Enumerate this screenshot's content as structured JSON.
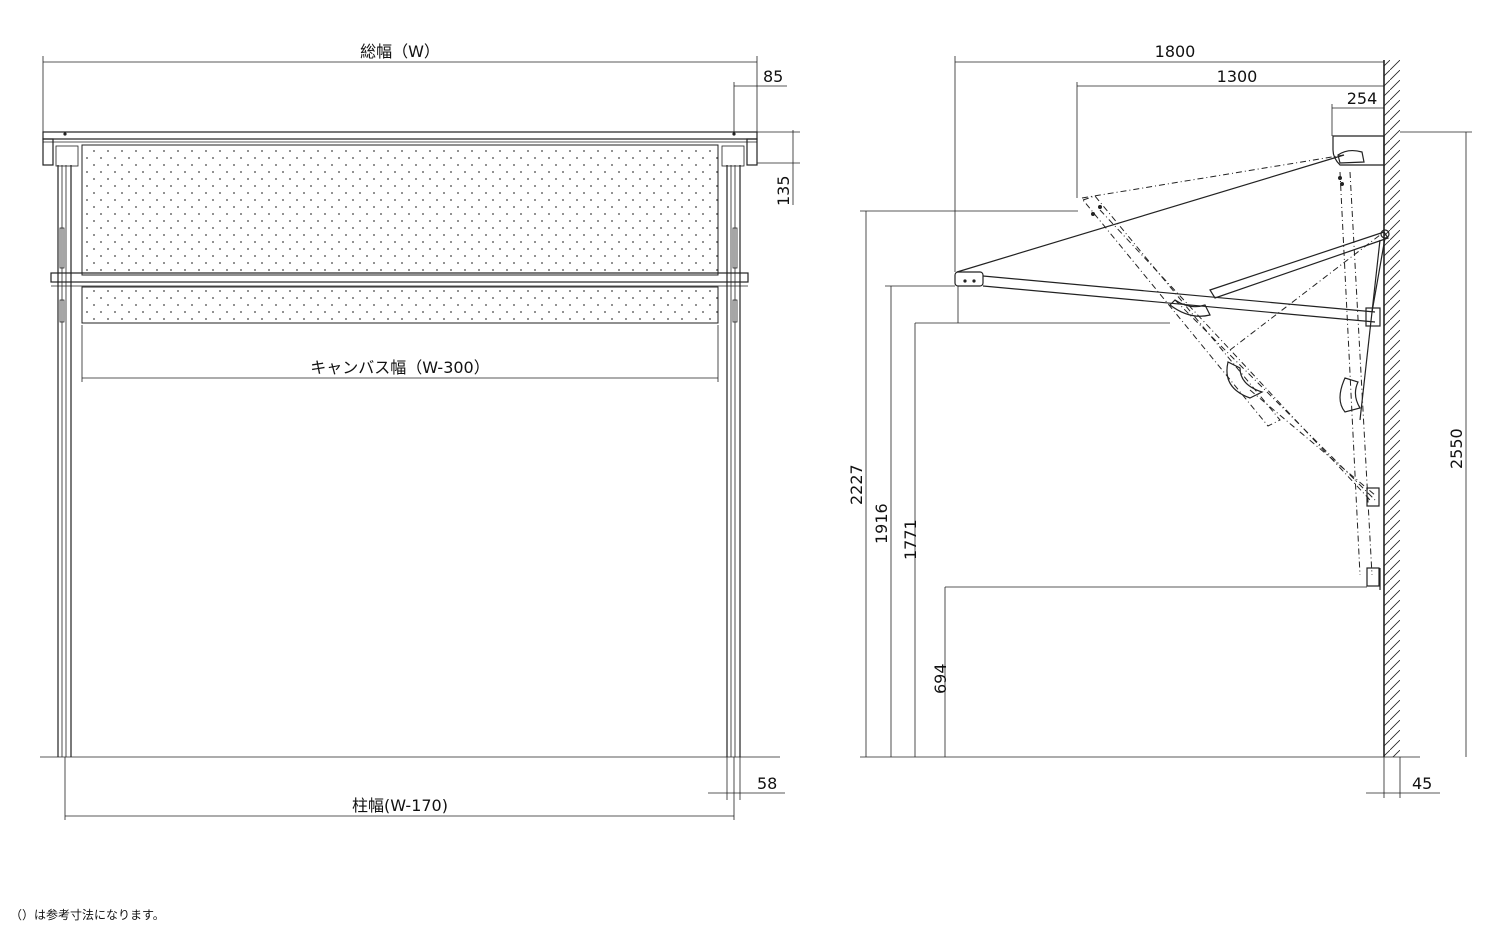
{
  "front_view": {
    "total_width_label": "総幅（W）",
    "canvas_width_label": "キャンバス幅（W-300）",
    "post_width_label": "柱幅(W-170)",
    "dim_85": "85",
    "dim_135": "135",
    "dim_58": "58"
  },
  "side_view": {
    "dim_1800": "1800",
    "dim_1300": "1300",
    "dim_254": "254",
    "dim_2227": "2227",
    "dim_1916": "1916",
    "dim_1771": "1771",
    "dim_694": "694",
    "dim_2550": "2550",
    "dim_45": "45"
  },
  "footnote": "（）は参考寸法になります。"
}
